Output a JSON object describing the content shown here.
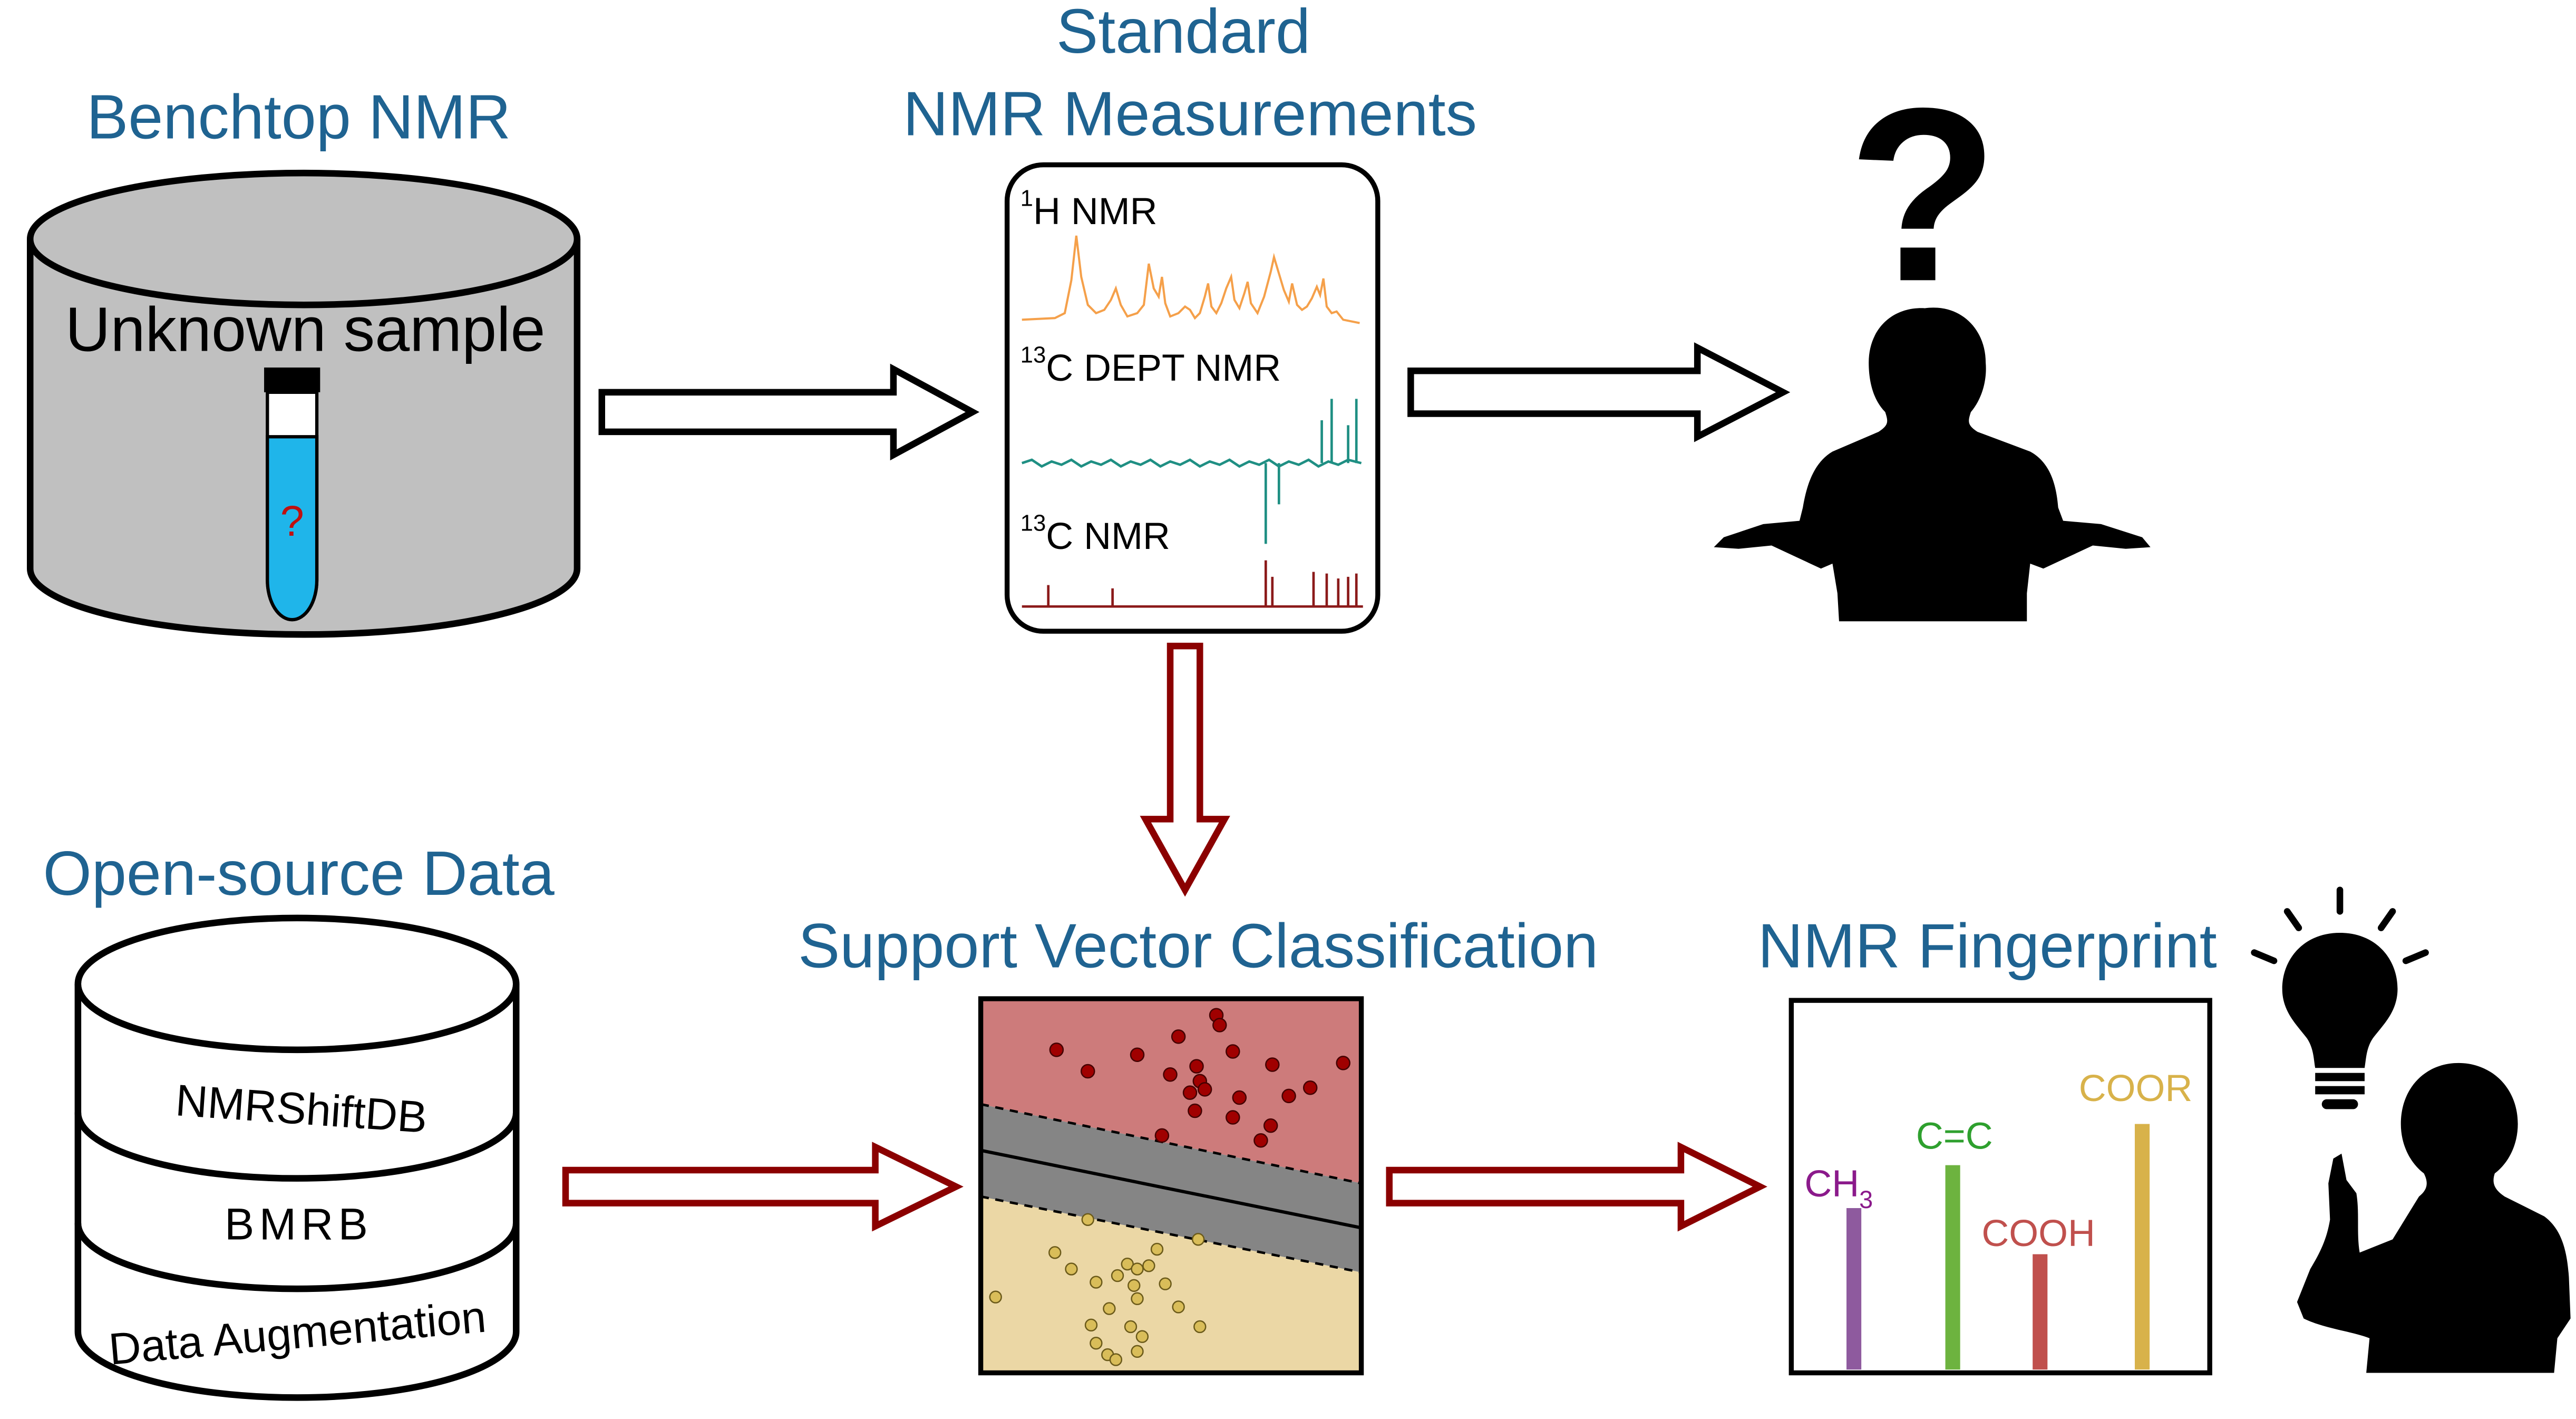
{
  "colors": {
    "heading": "#1f6391",
    "black": "#000000",
    "dark_red": "#8b0000",
    "grey": "#c0c0c0",
    "tube_blue": "#1fb5ea",
    "h1_orange": "#f5a04a",
    "dept_teal": "#1f8f83",
    "c13_red": "#8b1a1a",
    "zone_red": "#cd7b7b",
    "zone_yellow": "#ebd7a5",
    "margin_grey": "#858585",
    "point_red": "#a00000",
    "point_yellow": "#d9bd59",
    "ch3": "#8e5a9e",
    "cc": "#6db33f",
    "cooh": "#c0504d",
    "coor": "#d8b24a"
  },
  "headings": {
    "benchtop": "Benchtop NMR",
    "standard_line1": "Standard",
    "standard_line2": "NMR Measurements",
    "open_source": "Open-source Data",
    "svc": "Support Vector Classification",
    "fingerprint": "NMR Fingerprint"
  },
  "benchtop": {
    "sample_label": "Unknown sample",
    "tube_mark": "?"
  },
  "spectra": {
    "h1": {
      "superscript": "1",
      "label": "H NMR"
    },
    "dept": {
      "superscript": "13",
      "label": "C DEPT NMR"
    },
    "c13": {
      "superscript": "13",
      "label": "C NMR"
    }
  },
  "database": {
    "layers": [
      "NMRShiftDB",
      "BMRB",
      "Data Augmentation"
    ]
  },
  "person_confused": {
    "mark": "?"
  },
  "fingerprint": {
    "bars": [
      {
        "label": "CH",
        "subscript": "3",
        "value": 0.54,
        "color_key": "ch3"
      },
      {
        "label": "C=C",
        "value": 0.68,
        "color_key": "cc"
      },
      {
        "label": "COOH",
        "value": 0.39,
        "color_key": "cooh"
      },
      {
        "label": "COOR",
        "value": 0.81,
        "color_key": "coor"
      }
    ]
  },
  "svc": {
    "class_a_count": 22,
    "class_b_count": 24
  }
}
